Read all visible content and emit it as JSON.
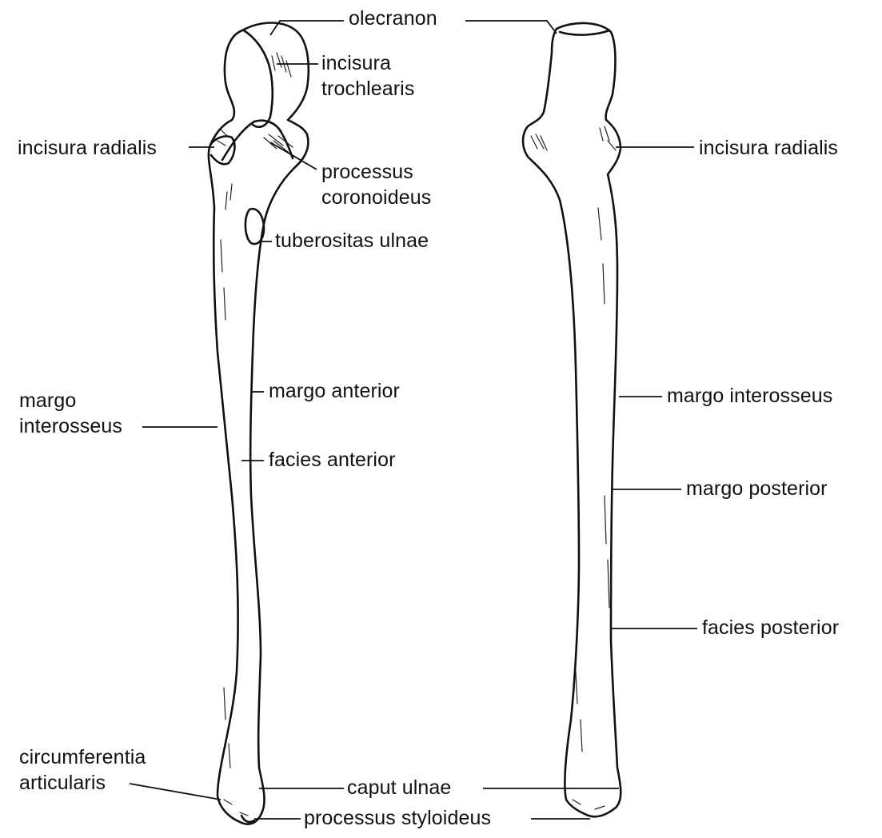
{
  "labels": {
    "olecranon": "olecranon",
    "incisura_trochlearis_1": "incisura",
    "incisura_trochlearis_2": "trochlearis",
    "incisura_radialis_front": "incisura radialis",
    "processus_coronoideus_1": "processus",
    "processus_coronoideus_2": "coronoideus",
    "tuberositas_ulnae": "tuberositas ulnae",
    "margo_interosseus_front_1": "margo",
    "margo_interosseus_front_2": "interosseus",
    "margo_anterior": "margo anterior",
    "facies_anterior": "facies anterior",
    "circumferentia_articularis_1": "circumferentia",
    "circumferentia_articularis_2": "articularis",
    "caput_ulnae": "caput ulnae",
    "processus_styloideus": "processus styloideus",
    "incisura_radialis_back": "incisura radialis",
    "margo_interosseus_back": "margo interosseus",
    "margo_posterior": "margo posterior",
    "facies_posterior": "facies posterior"
  }
}
